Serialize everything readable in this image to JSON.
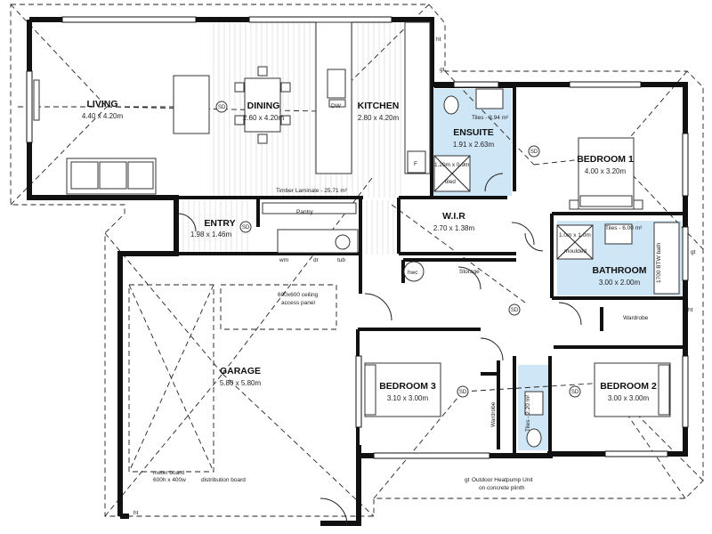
{
  "rooms": {
    "living": {
      "name": "LIVING",
      "dim": "4.40 x 4.20m"
    },
    "dining": {
      "name": "DINING",
      "dim": "2.60 x 4.20m"
    },
    "kitchen": {
      "name": "KITCHEN",
      "dim": "2.80 x 4.20m"
    },
    "ensuite": {
      "name": "ENSUITE",
      "dim": "1.91 x 2.63m"
    },
    "bedroom1": {
      "name": "BEDROOM 1",
      "dim": "4.00 x 3.20m"
    },
    "entry": {
      "name": "ENTRY",
      "dim": "1.98 x 1.46m"
    },
    "wir": {
      "name": "W.I.R",
      "dim": "2.70 x 1.38m"
    },
    "bathroom": {
      "name": "BATHROOM",
      "dim": "3.00 x 2.00m"
    },
    "garage": {
      "name": "GARAGE",
      "dim": "5.80 x 5.80m"
    },
    "bedroom3": {
      "name": "BEDROOM 3",
      "dim": "3.10 x 3.00m"
    },
    "bedroom2": {
      "name": "BEDROOM 2",
      "dim": "3.00 x 3.00m"
    }
  },
  "notes": {
    "timber": "Timber Laminate - 25.71 m²",
    "tiles_ensuite": "Tiles - 3.94 m²",
    "tiles_bath": "Tiles - 6.00 m²",
    "tiles_wc": "Tiles - 2.20 m²",
    "shower_ensuite": "1.20m x 0.9m",
    "tiled": "tiled",
    "shower_bath": "1.0m x 1.0m",
    "moulded": "moulded",
    "bath": "1700 BTW bath",
    "pantry": "Pantry",
    "wm": "wm",
    "dr": "dr",
    "tub": "tub",
    "hwc": "hwc",
    "storage": "Storage",
    "wardrobe_b2": "Wardrobe",
    "wardrobe_b3": "Wardrobe",
    "ceiling": "600x600 ceiling",
    "access": "access panel",
    "meter": "meter board",
    "meter_size": "600h x 400w",
    "distribution": "distribution board",
    "heatpump": "Outdoor Heatpump Unit",
    "plinth": "on concrete plinth",
    "dw": "DW",
    "f": "F",
    "gt": "gt",
    "ht": "ht",
    "sd": "SD"
  }
}
